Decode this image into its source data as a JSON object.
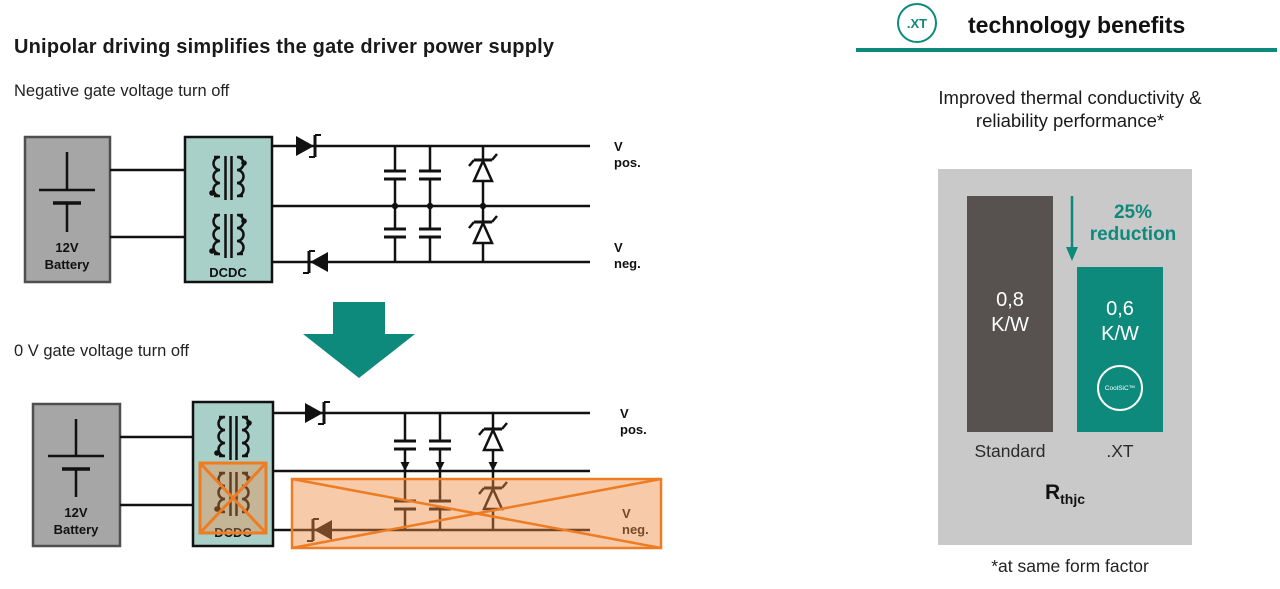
{
  "slide": {
    "left": {
      "title": "Unipolar driving simplifies the gate driver power supply",
      "diagram1_caption": "Negative gate voltage turn off",
      "diagram2_caption": "0 V gate voltage turn off"
    },
    "circuit1": {
      "battery_line1": "12V",
      "battery_line2": "Battery",
      "dcdc": "DCDC",
      "vpos_line1": "V",
      "vpos_line2": "pos.",
      "vneg_line1": "V",
      "vneg_line2": "neg."
    },
    "circuit2": {
      "battery_line1": "12V",
      "battery_line2": "Battery",
      "dcdc": "DCDC",
      "vpos_line1": "V",
      "vpos_line2": "pos.",
      "vneg_line1": "V",
      "vneg_line2": "neg."
    },
    "right": {
      "badge": ".XT",
      "header": "technology benefits",
      "subtitle_line1": "Improved thermal conductivity &",
      "subtitle_line2": "reliability performance*",
      "footnote": "*at same form factor"
    }
  },
  "chart_data": {
    "type": "bar",
    "categories": [
      "Standard",
      ".XT"
    ],
    "values": [
      0.8,
      0.6
    ],
    "unit": "K/W",
    "bar_value_labels": [
      [
        "0,8",
        "K/W"
      ],
      [
        "0,6",
        "K/W"
      ]
    ],
    "annotation": "25% reduction",
    "axis_label_base": "R",
    "axis_label_subscript": "thjc",
    "badge_in_bar": "CoolSiC™",
    "bar_colors": [
      "#575250",
      "#0e8a7c"
    ],
    "legend": "none",
    "grid": "off"
  },
  "colors": {
    "accent_teal": "#0e8a7c",
    "light_teal_box": "#a9cfc9",
    "battery_gray": "#a6a6a6",
    "panel_gray": "#c9c9c9",
    "bar_dark": "#575250",
    "highlight_orange": "#ee7c22"
  }
}
